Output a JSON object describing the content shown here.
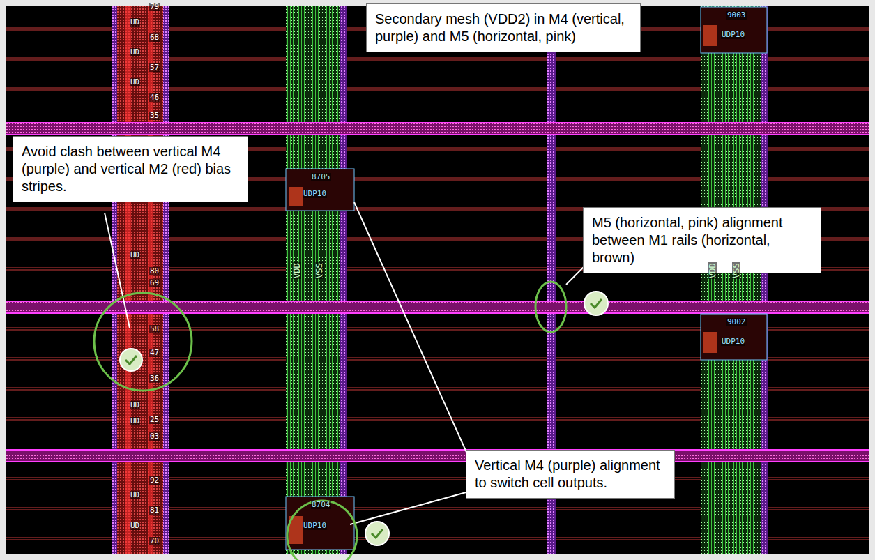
{
  "diagram": {
    "nodes": [
      {
        "text": [
          "Secondary mesh (VDD2) in M4 (vertical, purple) and M5 (horizontal, pink)"
        ]
      },
      {
        "text": [
          "Avoid clash between vertical M4 (purple) and vertical M2 (red) bias stripes."
        ]
      },
      {
        "text": [
          "M5 (horizontal, pink) alignment between M1 rails (horizontal, brown)"
        ]
      },
      {
        "text": [
          "Vertical M4 (purple) alignment to switch cell outputs."
        ]
      }
    ],
    "labels": [
      "79",
      "68",
      "57",
      "46",
      "35",
      "80",
      "69",
      "58",
      "47",
      "36",
      "25",
      "03",
      "92",
      "81",
      "70",
      "UD",
      "UD",
      "UD",
      "UD",
      "UD",
      "UD",
      "UD",
      "UD",
      "8705",
      "UDP10",
      "8704",
      "UDP10",
      "9003",
      "UDP10",
      "9002",
      "UDP10",
      "VDD",
      "VSS",
      "VDD",
      "VSS"
    ]
  }
}
